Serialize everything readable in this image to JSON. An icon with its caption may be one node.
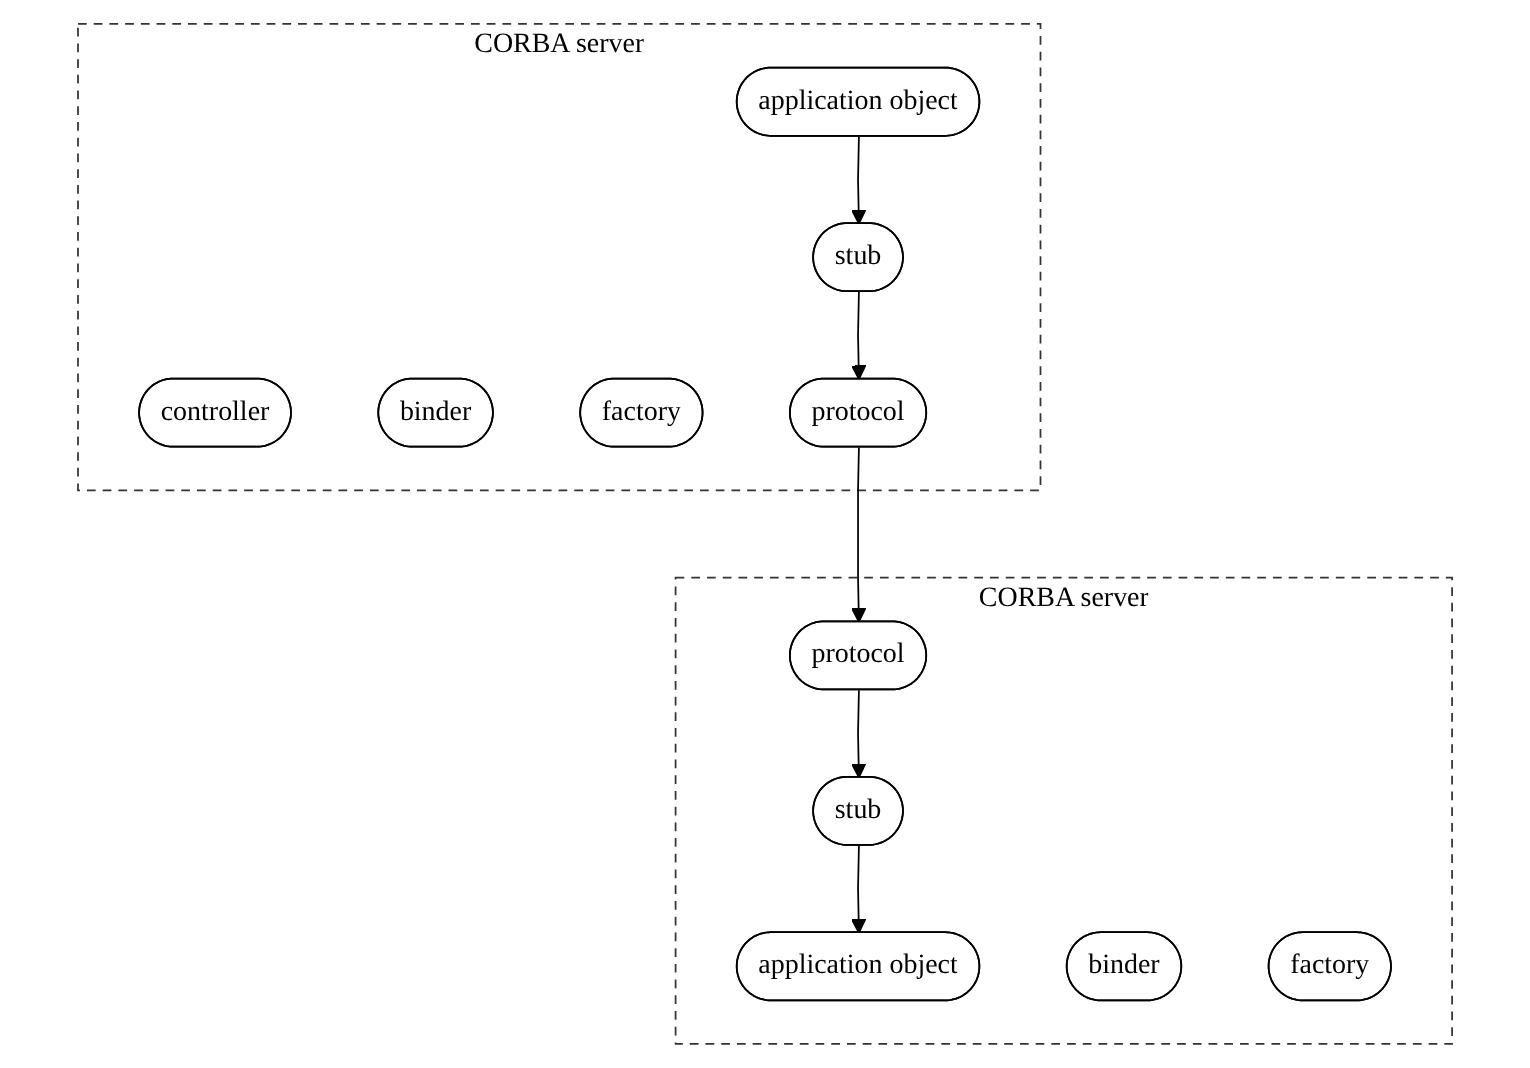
{
  "diagram": {
    "nodes": [
      {
        "text": [
          "CORBA server"
        ]
      },
      {
        "text": [
          "application object"
        ],
        "in": 0
      },
      {
        "text": [
          "controller"
        ],
        "in": 0
      },
      {
        "text": [
          "binder"
        ],
        "in": 0
      },
      {
        "text": [
          "factory"
        ],
        "in": 0
      },
      {
        "text": [
          "stub"
        ],
        "in": 0
      },
      {
        "text": [
          "protocol"
        ],
        "in": 0
      },
      {
        "text": [
          "CORBA server"
        ]
      },
      {
        "text": [
          "application object"
        ],
        "in": 7
      },
      {
        "text": [
          "stub"
        ],
        "in": 7
      },
      {
        "text": [
          "protocol"
        ],
        "in": 7
      },
      {
        "text": [
          "binder"
        ],
        "in": 7
      },
      {
        "text": [
          "factory"
        ],
        "in": 7
      }
    ],
    "edges": [
      {
        "from": 1,
        "to": 5,
        "arrow": "to"
      },
      {
        "from": 5,
        "to": 6,
        "arrow": "to"
      },
      {
        "from": 6,
        "to": 10,
        "arrow": "to"
      },
      {
        "from": 10,
        "to": 9,
        "arrow": "to"
      },
      {
        "from": 9,
        "to": 8,
        "arrow": "to"
      }
    ]
  }
}
